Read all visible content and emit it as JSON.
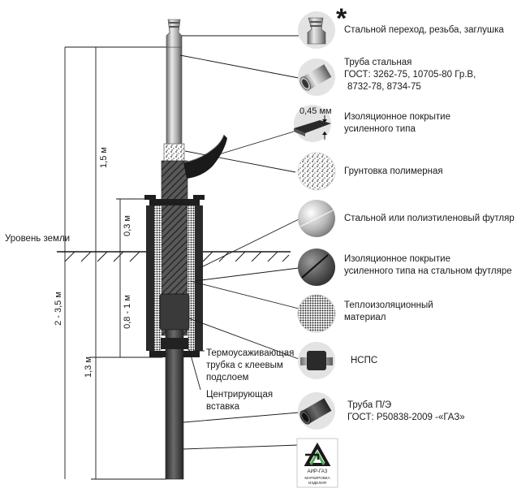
{
  "footnote_mark": "*",
  "legend": [
    {
      "id": "steel-transition",
      "lines": [
        "Стальной переход, резьба, заглушка"
      ]
    },
    {
      "id": "steel-pipe",
      "lines": [
        "Труба стальная",
        "ГОСТ: 3262-75, 10705-80 Гр.В,",
        "8732-78, 8734-75"
      ]
    },
    {
      "id": "insulation-coating",
      "lines": [
        "Изоляционное покрытие",
        "усиленного типа"
      ]
    },
    {
      "id": "polymer-primer",
      "lines": [
        "Грунтовка полимерная"
      ]
    },
    {
      "id": "steel-or-pe-case",
      "lines": [
        "Стальной или полиэтиленовый футляр"
      ]
    },
    {
      "id": "insulation-on-case",
      "lines": [
        "Изоляционное покрытие",
        "усиленного типа на стальном футляре"
      ]
    },
    {
      "id": "thermal-insulation",
      "lines": [
        "Теплоизоляционный",
        "материал"
      ]
    },
    {
      "id": "nsps",
      "lines": [
        "НСПС"
      ]
    },
    {
      "id": "pe-pipe",
      "lines": [
        "Труба П/Э",
        "ГОСТ: Р50838-2009 -«ГАЗ»"
      ]
    }
  ],
  "coating_thickness": "0,45 мм",
  "ground_level": "Уровень земли",
  "heat_shrink_tube": [
    "Термоусаживающая",
    "трубка с клеевым",
    "подслоем"
  ],
  "centering_insert": [
    "Центрирующая",
    "вставка"
  ],
  "dimensions": {
    "above_ground": "1,5 м",
    "case_above_ground": "0,3 м",
    "case_below_ground": "0,8 - 1 м",
    "total_below": "2 - 3,5 м",
    "pe_depth": "1,3 м"
  },
  "logo": {
    "brand": "АИР-ГАЗ",
    "caption_lines": [
      "МАРКИРОВКА",
      "ИЗДЕЛИЯ"
    ]
  }
}
